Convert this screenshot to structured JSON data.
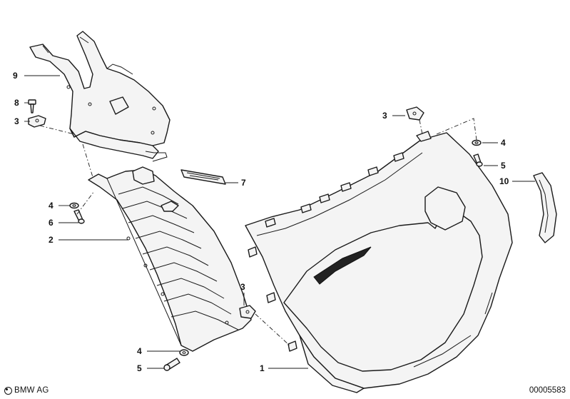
{
  "footer": {
    "brand": "BMW AG",
    "drawing_number": "00005583"
  },
  "callouts": [
    {
      "id": "c9-left",
      "label": "9"
    },
    {
      "id": "c8-left",
      "label": "8"
    },
    {
      "id": "c3-left",
      "label": "3"
    },
    {
      "id": "c4-left",
      "label": "4"
    },
    {
      "id": "c6-left",
      "label": "6"
    },
    {
      "id": "c2-left",
      "label": "2"
    },
    {
      "id": "c7",
      "label": "7"
    },
    {
      "id": "c3-mid",
      "label": "3"
    },
    {
      "id": "c4-bottom",
      "label": "4"
    },
    {
      "id": "c5-bottom",
      "label": "5"
    },
    {
      "id": "c1",
      "label": "1"
    },
    {
      "id": "c3-top",
      "label": "3"
    },
    {
      "id": "c4-right",
      "label": "4"
    },
    {
      "id": "c5-right",
      "label": "5"
    },
    {
      "id": "c10",
      "label": "10"
    }
  ]
}
